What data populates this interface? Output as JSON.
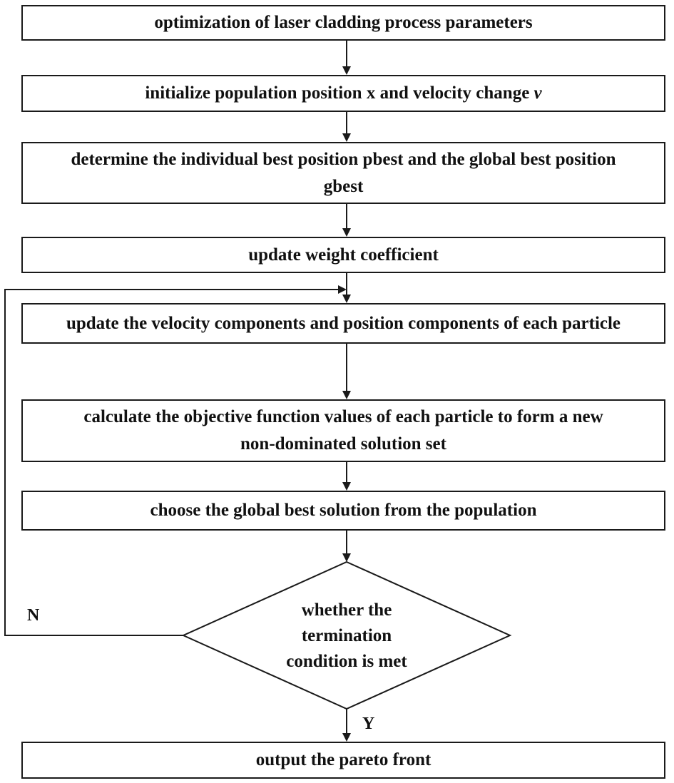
{
  "steps": {
    "s1": "optimization of laser cladding process parameters",
    "s2": "initialize population position x and velocity change",
    "s2_var": "v",
    "s3": "determine the individual best position pbest and the global best position gbest",
    "s4": "update weight coefficient",
    "s5": "update the velocity components and position components of each particle",
    "s6": "calculate the objective function values of each particle to form a new non-dominated solution set",
    "s7": "choose the global best solution from the population",
    "s8": "output the pareto front"
  },
  "decision": {
    "text": "whether the\ntermination\ncondition is met",
    "no_label": "N",
    "yes_label": "Y"
  },
  "colors": {
    "line": "#1a1a1a",
    "background": "#ffffff"
  }
}
